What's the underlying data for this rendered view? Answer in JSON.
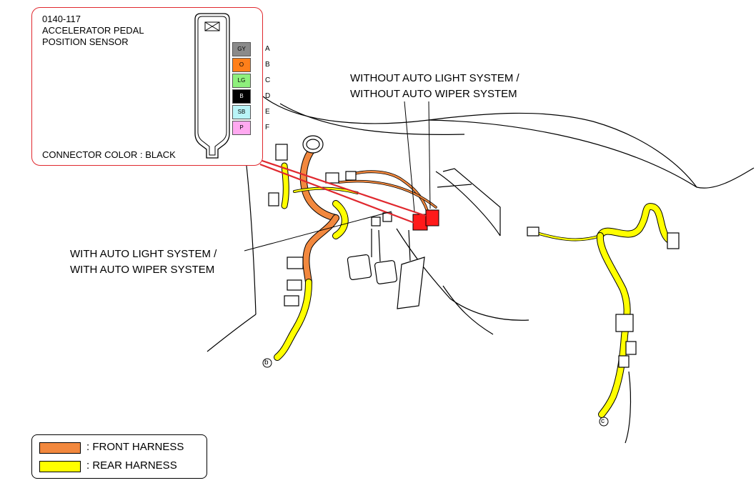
{
  "callout": {
    "code": "0140-117",
    "title_line1": "ACCELERATOR PEDAL",
    "title_line2": "POSITION SENSOR",
    "connector_color": "CONNECTOR COLOR : BLACK",
    "pins": [
      {
        "letter": "A",
        "wire": "GY",
        "color": "#8a8a8a",
        "text_color": "#000000"
      },
      {
        "letter": "B",
        "wire": "O",
        "color": "#ff7f1a",
        "text_color": "#000000"
      },
      {
        "letter": "C",
        "wire": "LG",
        "color": "#8ef07c",
        "text_color": "#000000"
      },
      {
        "letter": "D",
        "wire": "B",
        "color": "#000000",
        "text_color": "#ffffff"
      },
      {
        "letter": "E",
        "wire": "SB",
        "color": "#b9f4f7",
        "text_color": "#000000"
      },
      {
        "letter": "F",
        "wire": "P",
        "color": "#ffa9f0",
        "text_color": "#000000"
      }
    ]
  },
  "labels": {
    "without_line1": "WITHOUT AUTO LIGHT SYSTEM /",
    "without_line2": "WITHOUT AUTO WIPER SYSTEM",
    "with_line1": "WITH AUTO LIGHT SYSTEM /",
    "with_line2": "WITH AUTO WIPER SYSTEM",
    "marker_b": "b",
    "marker_c": "c"
  },
  "legend": {
    "front_label": ": FRONT HARNESS",
    "rear_label": ": REAR HARNESS",
    "front_color": "#f2883e",
    "rear_color": "#ffff00"
  },
  "colors": {
    "highlight": "#e0282e",
    "connector_highlight": "#ff1a1a"
  }
}
